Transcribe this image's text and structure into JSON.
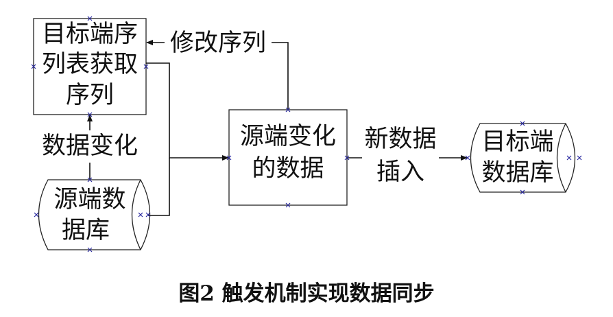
{
  "nodes": {
    "target_seq_list": {
      "lines": [
        "目标端序",
        "列表获取",
        "序列"
      ]
    },
    "source_db": {
      "lines": [
        "源端数",
        "据库"
      ]
    },
    "changed_data": {
      "lines": [
        "源端变化",
        "的数据"
      ]
    },
    "target_db": {
      "lines": [
        "目标端",
        "数据库"
      ]
    }
  },
  "edges": {
    "modify_sequence": "修改序列",
    "data_change": "数据变化",
    "new_data_insert": {
      "lines": [
        "新数据",
        "插入"
      ]
    }
  },
  "caption": "图2   触发机制实现数据同步",
  "colors": {
    "line": "#111111",
    "connection_point": "#2a2aa0"
  }
}
